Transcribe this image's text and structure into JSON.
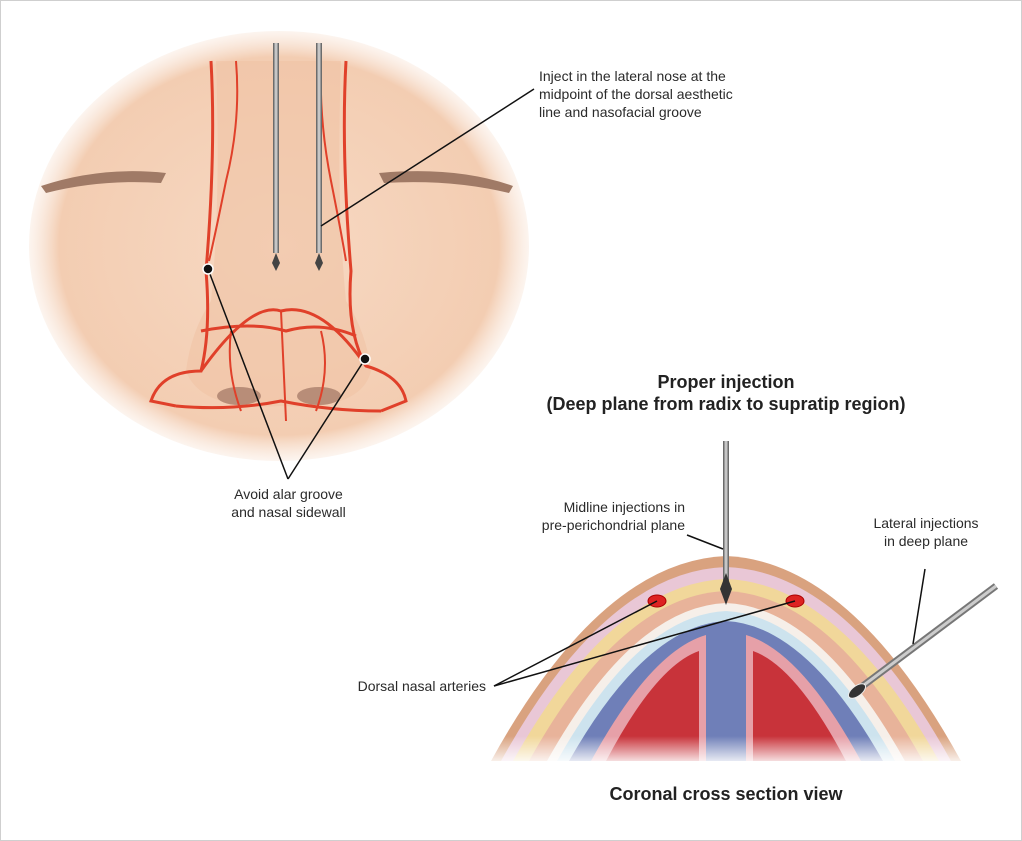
{
  "labels": {
    "lateral_nose": [
      "Inject in the lateral nose at the",
      "midpoint of the dorsal aesthetic",
      "line and nasofacial groove"
    ],
    "avoid": [
      "Avoid alar groove",
      "and nasal sidewall"
    ],
    "proper_title": [
      "Proper injection",
      "(Deep plane from radix to supratip region)"
    ],
    "midline": [
      "Midline injections in",
      "pre-perichondrial plane"
    ],
    "lateral_deep": [
      "Lateral injections",
      "in deep plane"
    ],
    "dorsal_arteries": "Dorsal nasal arteries",
    "coronal_title": "Coronal cross section view"
  },
  "colors": {
    "skin": "#f4cdb1",
    "artery": "#e0402a",
    "cartilage": "#6f7fb8",
    "fat": "#f1d79a"
  }
}
